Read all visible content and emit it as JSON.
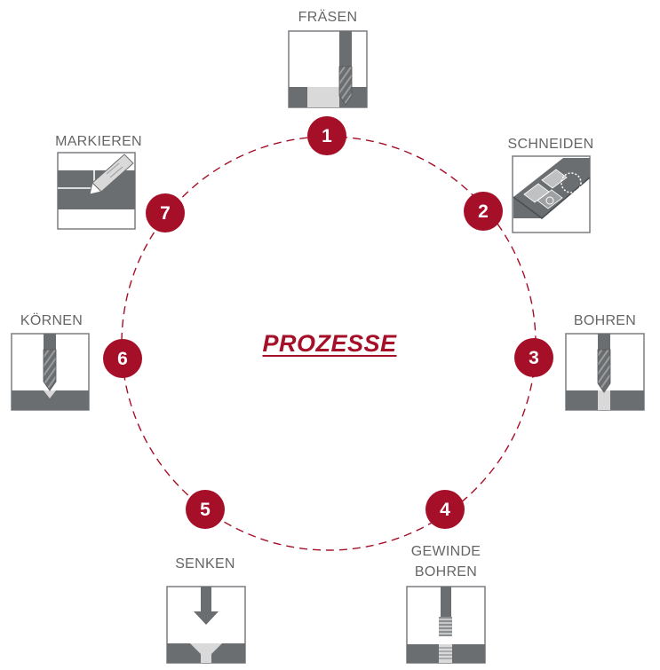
{
  "title": "PROZESSE",
  "colors": {
    "accent": "#a50f28",
    "gray_dark": "#6b6e70",
    "gray_light": "#d9d9d9",
    "text": "#666666"
  },
  "steps": [
    {
      "number": "1",
      "label": "FRÄSEN",
      "icon": "milling-icon"
    },
    {
      "number": "2",
      "label": "SCHNEIDEN",
      "icon": "cutting-sheet-icon"
    },
    {
      "number": "3",
      "label": "BOHREN",
      "icon": "drilling-icon"
    },
    {
      "number": "4",
      "label_line1": "GEWINDE",
      "label_line2": "BOHREN",
      "icon": "tapping-icon"
    },
    {
      "number": "5",
      "label": "SENKEN",
      "icon": "countersinking-icon"
    },
    {
      "number": "6",
      "label": "KÖRNEN",
      "icon": "center-punch-icon"
    },
    {
      "number": "7",
      "label": "MARKIEREN",
      "icon": "marking-icon"
    }
  ]
}
